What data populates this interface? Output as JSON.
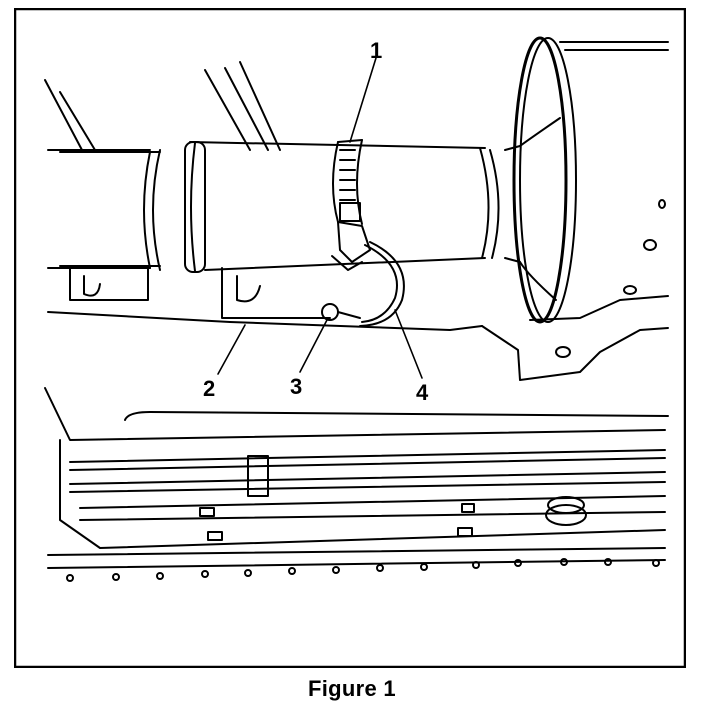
{
  "figure": {
    "caption": "Figure 1",
    "callouts": [
      "1",
      "2",
      "3",
      "4"
    ]
  },
  "colors": {
    "line": "#000000",
    "background": "#ffffff"
  }
}
